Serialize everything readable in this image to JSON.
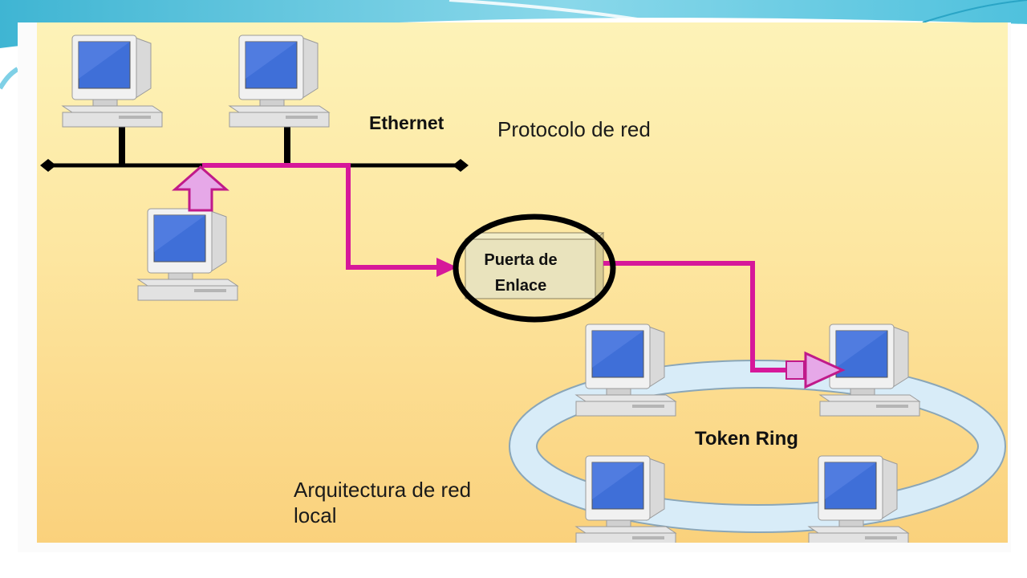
{
  "diagram": {
    "ethernet_label": "Ethernet",
    "protocol_label": "Protocolo de red",
    "gateway_label_line1": "Puerta de",
    "gateway_label_line2": "Enlace",
    "token_ring_label": "Token Ring",
    "architecture_label_line1": "Arquitectura de red",
    "architecture_label_line2": "local"
  },
  "colors": {
    "data_path": "#d6189a",
    "bus": "#000000",
    "gateway_circle": "#000000",
    "ring": "#d6eaf6",
    "monitor_screen": "#3f6fd8",
    "background_top": "#fdf3b8",
    "background_bottom": "#fad17c",
    "slide_accent": "#5ec8e0"
  },
  "icons": {
    "computer": "desktop-computer-icon",
    "gateway": "gateway-box-icon",
    "arrow": "pink-arrow-icon"
  }
}
